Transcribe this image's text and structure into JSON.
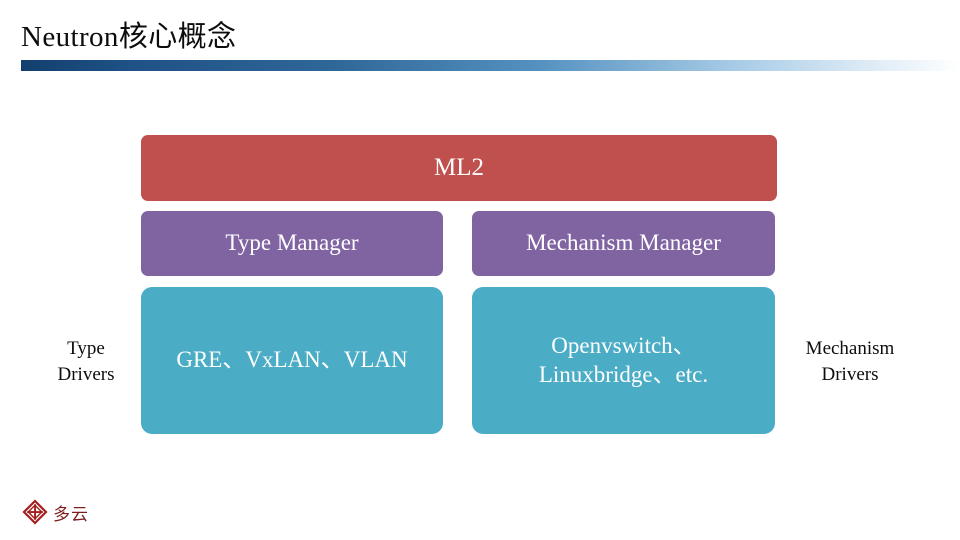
{
  "slide": {
    "title": "Neutron核心概念",
    "accent_dark": "#12406e",
    "accent_light": "#ffffff"
  },
  "diagram": {
    "type": "block-hierarchy",
    "root": {
      "label": "ML2",
      "color": "#c0504d",
      "name": "ml2-block"
    },
    "columns": [
      {
        "manager": {
          "label": "Type Manager",
          "color": "#8064a2"
        },
        "drivers": {
          "line1": "GRE、VxLAN、VLAN",
          "line2": "",
          "color": "#4bacc6"
        },
        "caption": {
          "line1": "Type",
          "line2": "Drivers"
        }
      },
      {
        "manager": {
          "label": "Mechanism Manager",
          "color": "#8064a2"
        },
        "drivers": {
          "line1": "Openvswitch、",
          "line2": "Linuxbridge、etc.",
          "color": "#4bacc6"
        },
        "caption": {
          "line1": "Mechanism",
          "line2": "Drivers"
        }
      }
    ]
  },
  "footer": {
    "logo_icon": "diamond-logo-icon",
    "logo_text": "多云",
    "logo_color": "#a32020"
  }
}
